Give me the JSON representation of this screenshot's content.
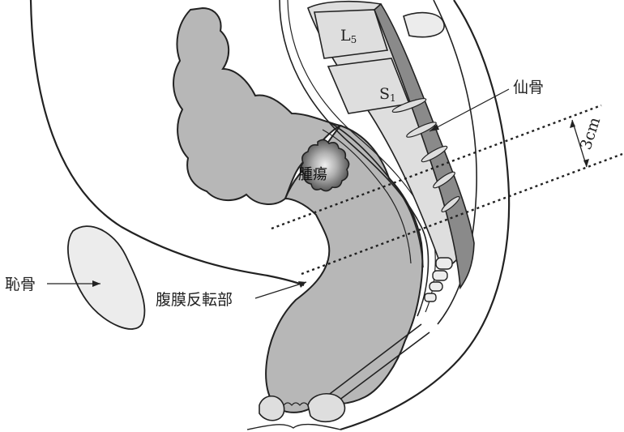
{
  "labels": {
    "vertebra_l": "L",
    "vertebra_l_sub": "5",
    "vertebra_s": "S",
    "vertebra_s_sub": "1",
    "sacrum": "仙骨",
    "distance": "3cm",
    "tumor": "腫瘍",
    "pubis": "恥骨",
    "peritoneal_reflection": "腹膜反転部"
  },
  "colors": {
    "outline": "#222222",
    "bowel_fill": "#b7b7b7",
    "vertebra_fill": "#dedede",
    "dark_band": "#8a8a8a",
    "bone_fill": "#ececec",
    "tumor_fill": "#5a5a5a",
    "tumor_center": "#e6e6e6"
  }
}
